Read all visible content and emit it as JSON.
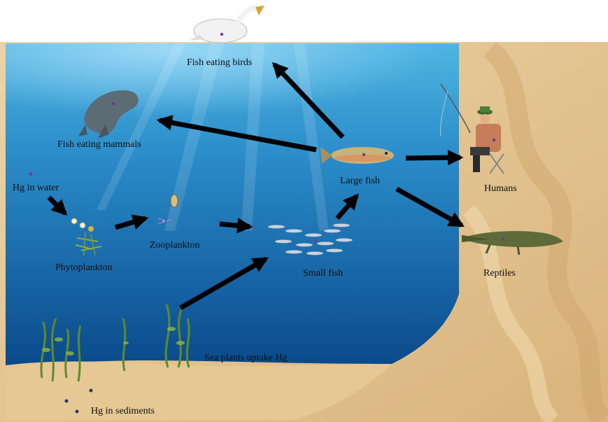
{
  "labels": {
    "fish_eating_birds": "Fish eating birds",
    "fish_eating_mammals": "Fish eating mammals",
    "hg_in_water": "Hg in water",
    "phytoplankton": "Phytoplankton",
    "zooplankton": "Zooplankton",
    "small_fish": "Small fish",
    "large_fish": "Large fish",
    "humans": "Humans",
    "reptiles": "Reptiles",
    "sea_plants": "Sea plants uptake Hg",
    "hg_in_sediments": "Hg in sediments"
  },
  "colors": {
    "water_top": "#3da6d8",
    "water_bottom": "#0b4f93",
    "sand": "#e3c493",
    "arrow": "#000000",
    "mercury_dot": "#5b2a86"
  },
  "icons": {
    "bird": "pelican-icon",
    "mammal": "seal-icon",
    "large_fish": "trout-icon",
    "small_fish": "fish-school-icon",
    "human": "fisherman-icon",
    "reptile": "crocodile-icon",
    "zooplankton": "zooplankton-icon",
    "phytoplankton": "phytoplankton-icon",
    "sea_plants": "seaweed-icon"
  }
}
